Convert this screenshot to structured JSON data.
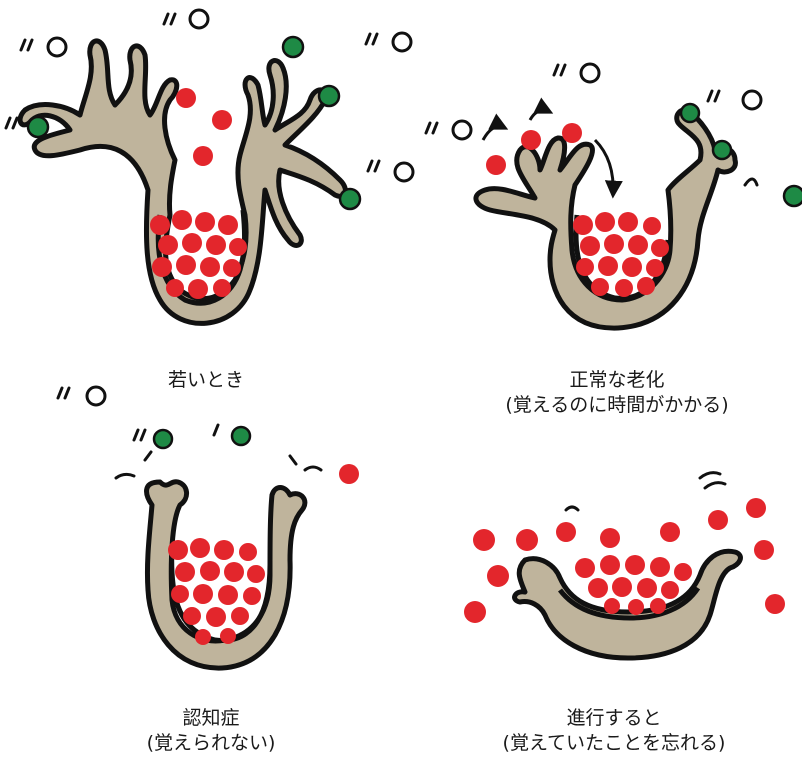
{
  "panels": [
    {
      "id": "young",
      "title": "若いとき",
      "subtitle": ""
    },
    {
      "id": "normal",
      "title": "正常な老化",
      "subtitle": "(覚えるのに時間がかかる)"
    },
    {
      "id": "dementia",
      "title": "認知症",
      "subtitle": "(覚えられない)"
    },
    {
      "id": "advanced",
      "title": "進行すると",
      "subtitle": "(覚えていたことを忘れる)"
    }
  ],
  "colors": {
    "neuron_fill": "#bfb49c",
    "outline": "#111111",
    "memory_dot": "#e3262c",
    "signal_dot": "#1e8a45",
    "background": "#ffffff"
  }
}
